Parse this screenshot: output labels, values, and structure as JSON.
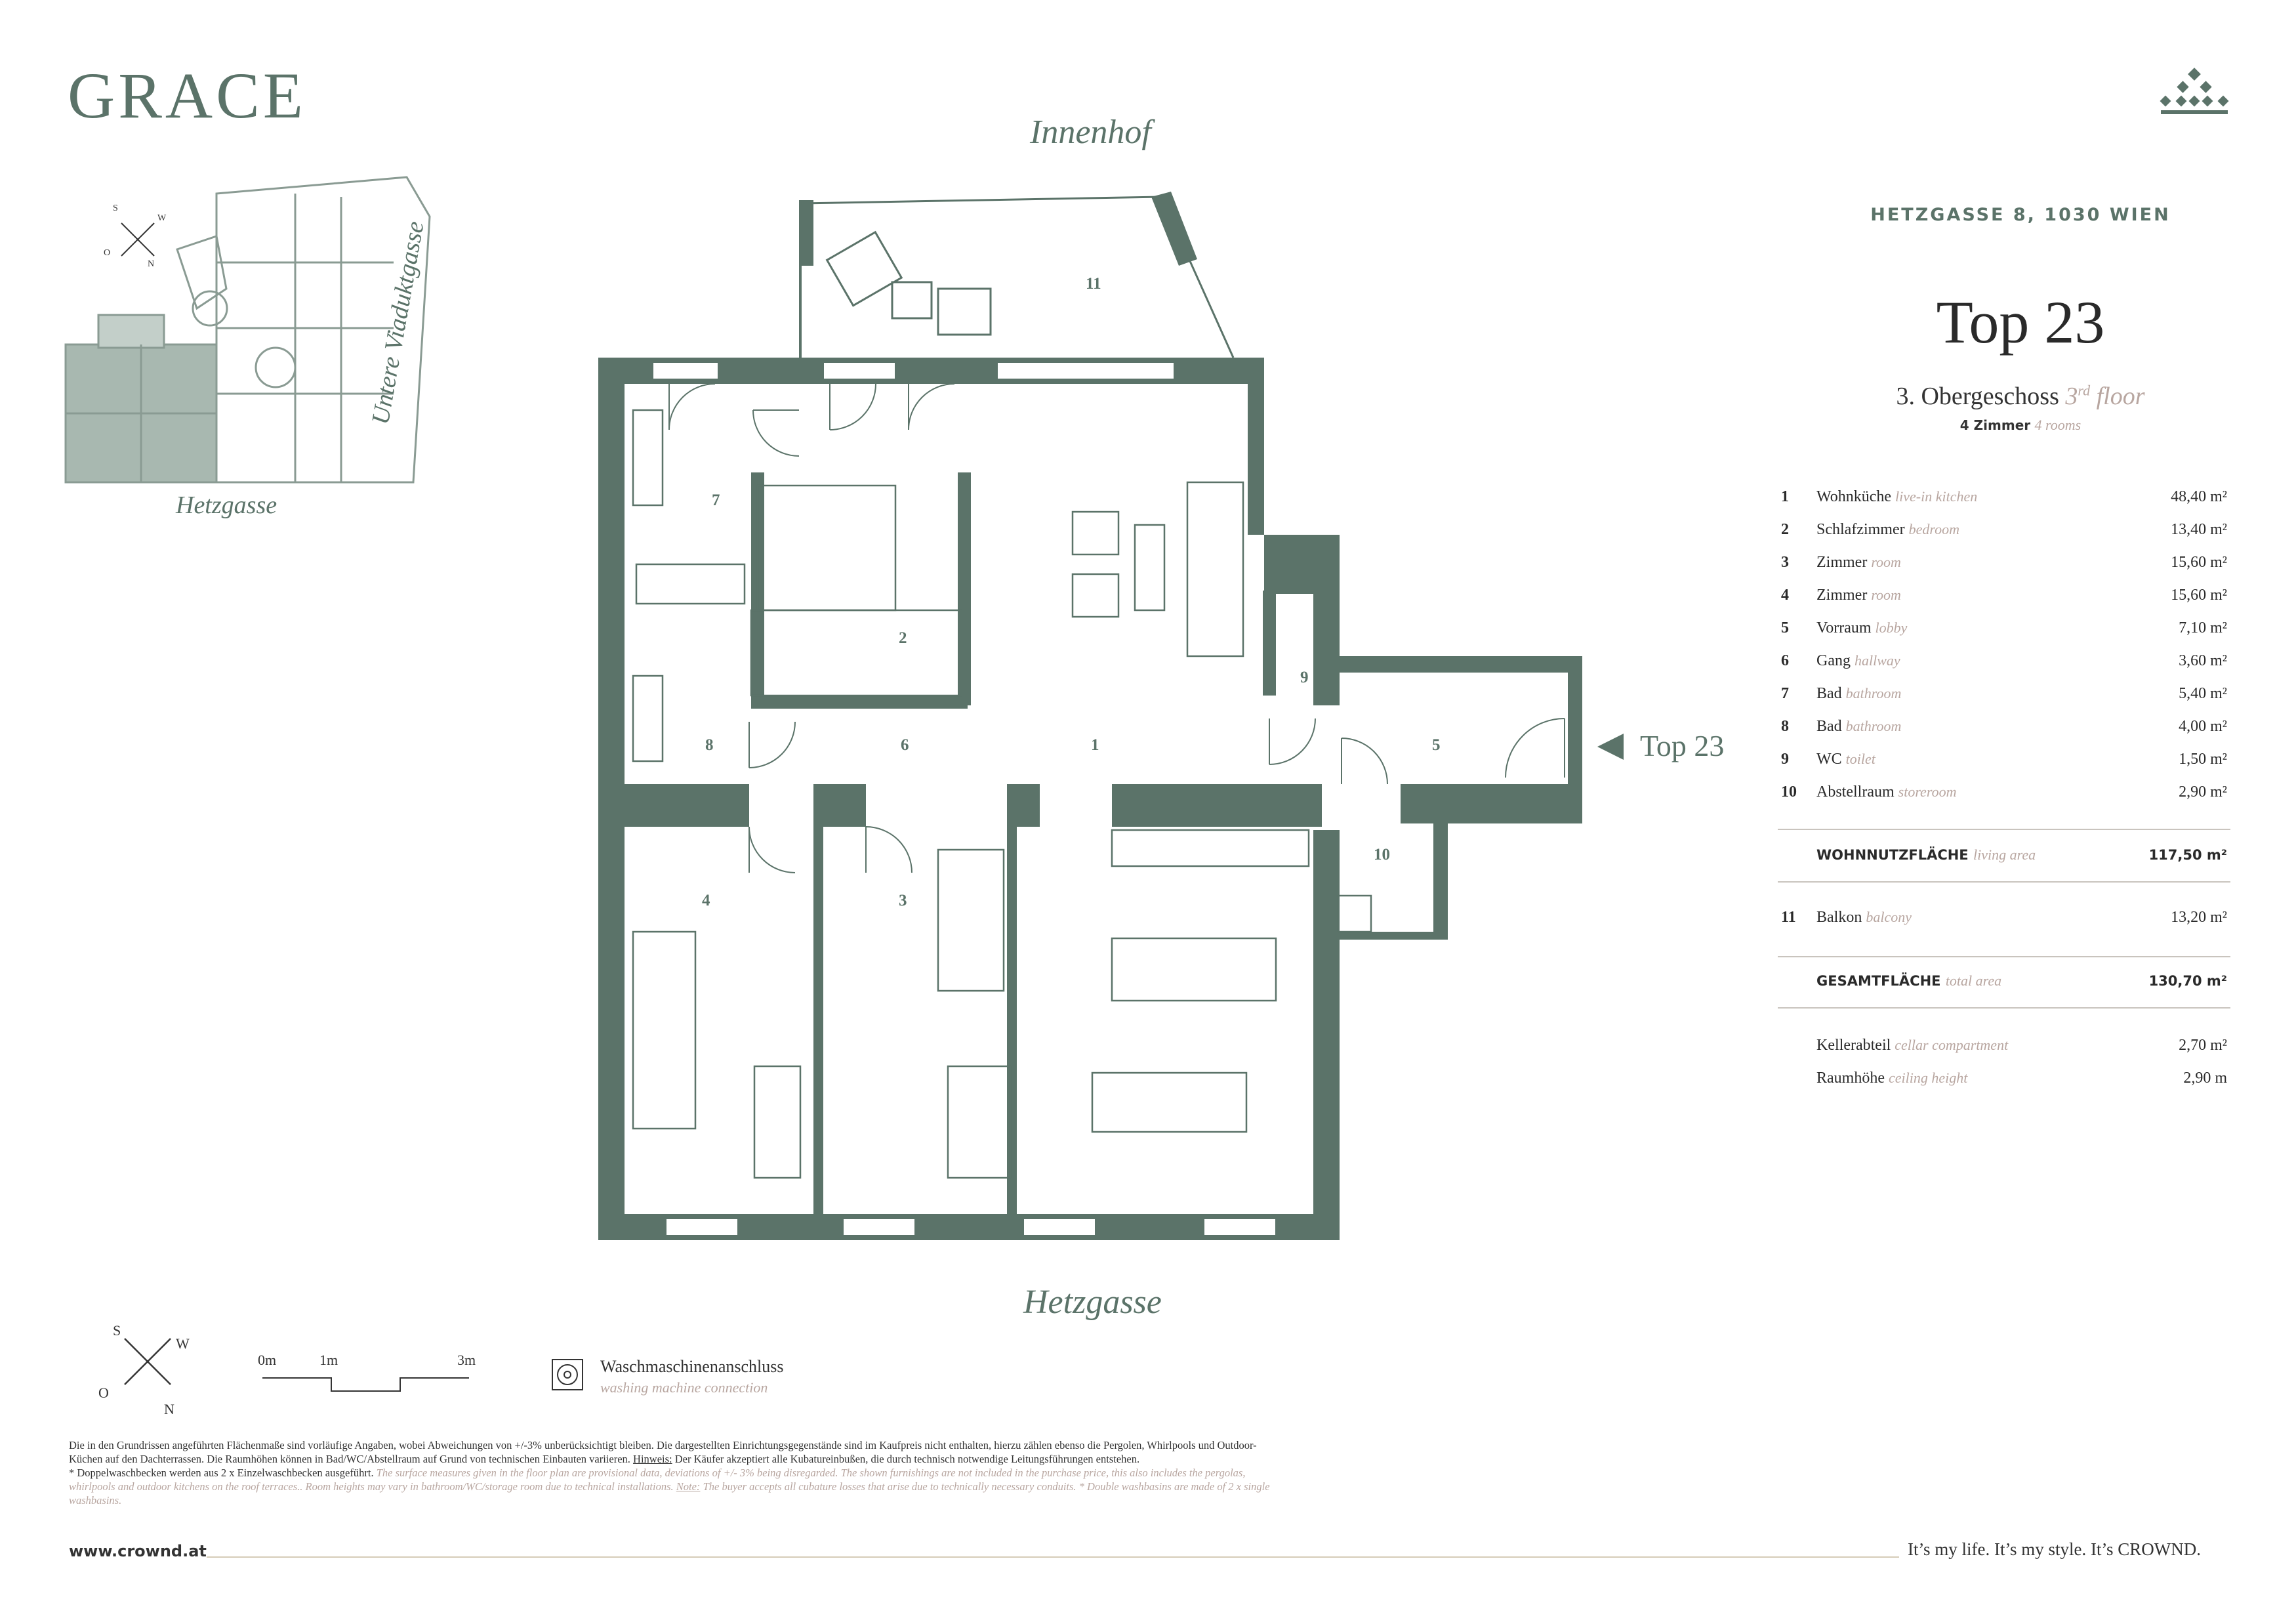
{
  "brand": {
    "project_name": "GRACE",
    "crown_logo": "crown-logo-icon"
  },
  "colors": {
    "wall": "#5b7369",
    "accent_text": "#5b7369",
    "english_text": "#b8a6a0",
    "rule": "#c9c4be"
  },
  "streets": {
    "courtyard": "Innenhof",
    "front": "Hetzgasse",
    "mini_front": "Hetzgasse",
    "mini_side": "Untere Viaduktgasse"
  },
  "header": {
    "address": "HETZGASSE 8, 1030 WIEN",
    "unit": "Top 23",
    "floor_de": "3. Obergeschoss",
    "floor_en_num": "3",
    "floor_en_sup": "rd",
    "floor_en_word": " floor",
    "rooms_de": "4 Zimmer",
    "rooms_en": "4 rooms"
  },
  "rooms": [
    {
      "n": "1",
      "de": "Wohnküche",
      "en": "live-in kitchen",
      "value": "48,40 m²"
    },
    {
      "n": "2",
      "de": "Schlafzimmer",
      "en": "bedroom",
      "value": "13,40 m²"
    },
    {
      "n": "3",
      "de": "Zimmer",
      "en": "room",
      "value": "15,60 m²"
    },
    {
      "n": "4",
      "de": "Zimmer",
      "en": "room",
      "value": "15,60 m²"
    },
    {
      "n": "5",
      "de": "Vorraum",
      "en": "lobby",
      "value": "7,10 m²"
    },
    {
      "n": "6",
      "de": "Gang",
      "en": "hallway",
      "value": "3,60 m²"
    },
    {
      "n": "7",
      "de": "Bad",
      "en": "bathroom",
      "value": "5,40 m²"
    },
    {
      "n": "8",
      "de": "Bad",
      "en": "bathroom",
      "value": "4,00 m²"
    },
    {
      "n": "9",
      "de": "WC",
      "en": "toilet",
      "value": "1,50 m²"
    },
    {
      "n": "10",
      "de": "Abstellraum",
      "en": "storeroom",
      "value": "2,90 m²"
    }
  ],
  "living_area": {
    "de": "WOHNNUTZFLÄCHE",
    "en": "living area",
    "value": "117,50 m²"
  },
  "balcony": {
    "n": "11",
    "de": "Balkon",
    "en": "balcony",
    "value": "13,20 m²"
  },
  "total_area": {
    "de": "GESAMTFLÄCHE",
    "en": "total area",
    "value": "130,70 m²"
  },
  "extras": [
    {
      "de": "Kellerabteil",
      "en": "cellar compartment",
      "value": "2,70  m²"
    },
    {
      "de": "Raumhöhe",
      "en": "ceiling height",
      "value": "2,90 m"
    }
  ],
  "plan_labels": {
    "r1": "1",
    "r2": "2",
    "r3": "3",
    "r4": "4",
    "r5": "5",
    "r6": "6",
    "r7": "7",
    "r8": "8",
    "r9": "9",
    "r10": "10",
    "r11": "11",
    "entrance": "Top 23"
  },
  "compass": {
    "s": "S",
    "w": "W",
    "o": "O",
    "n": "N"
  },
  "scale": {
    "zero": "0m",
    "one": "1m",
    "three": "3m"
  },
  "legend": {
    "icon": "washing-machine-icon",
    "de": "Waschmaschinenanschluss",
    "en": "washing machine connection"
  },
  "footer": {
    "disclaimer_de": "Die in den Grundrissen angeführten Flächenmaße sind vorläufige Angaben, wobei Abweichungen von +/-3% unberücksichtigt bleiben. Die dargestellten Einrichtungsgegenstände sind im Kaufpreis nicht enthalten, hierzu zählen ebenso die Pergolen, Whirlpools und Outdoor-Küchen auf den Dachterrassen. Die Raumhöhen können in Bad/WC/Abstellraum auf Grund von technischen Einbauten variieren.",
    "hinweis_label": "Hinweis:",
    "disclaimer_de_2": "Der Käufer akzeptiert alle Kubatureinbußen, die durch technisch notwendige Leitungsführungen entstehen.",
    "note_de": "* Doppelwaschbecken werden aus 2 x Einzelwaschbecken ausgeführt.",
    "disclaimer_en": "The surface measures given in the floor plan are provisional data, deviations of +/- 3% being disregarded. The shown furnishings are not included in the purchase price, this also includes the pergolas, whirlpools and outdoor kitchens on the roof terraces.. Room heights may vary in bathroom/WC/storage room due to technical installations.",
    "note_label_en": "Note:",
    "disclaimer_en_2": "The buyer accepts all cubature losses that arise due to technically necessary conduits.  * Double washbasins are made of 2 x single washbasins.",
    "url": "www.crownd.at",
    "tagline": "It’s my life. It’s my style. It’s CROWND."
  }
}
